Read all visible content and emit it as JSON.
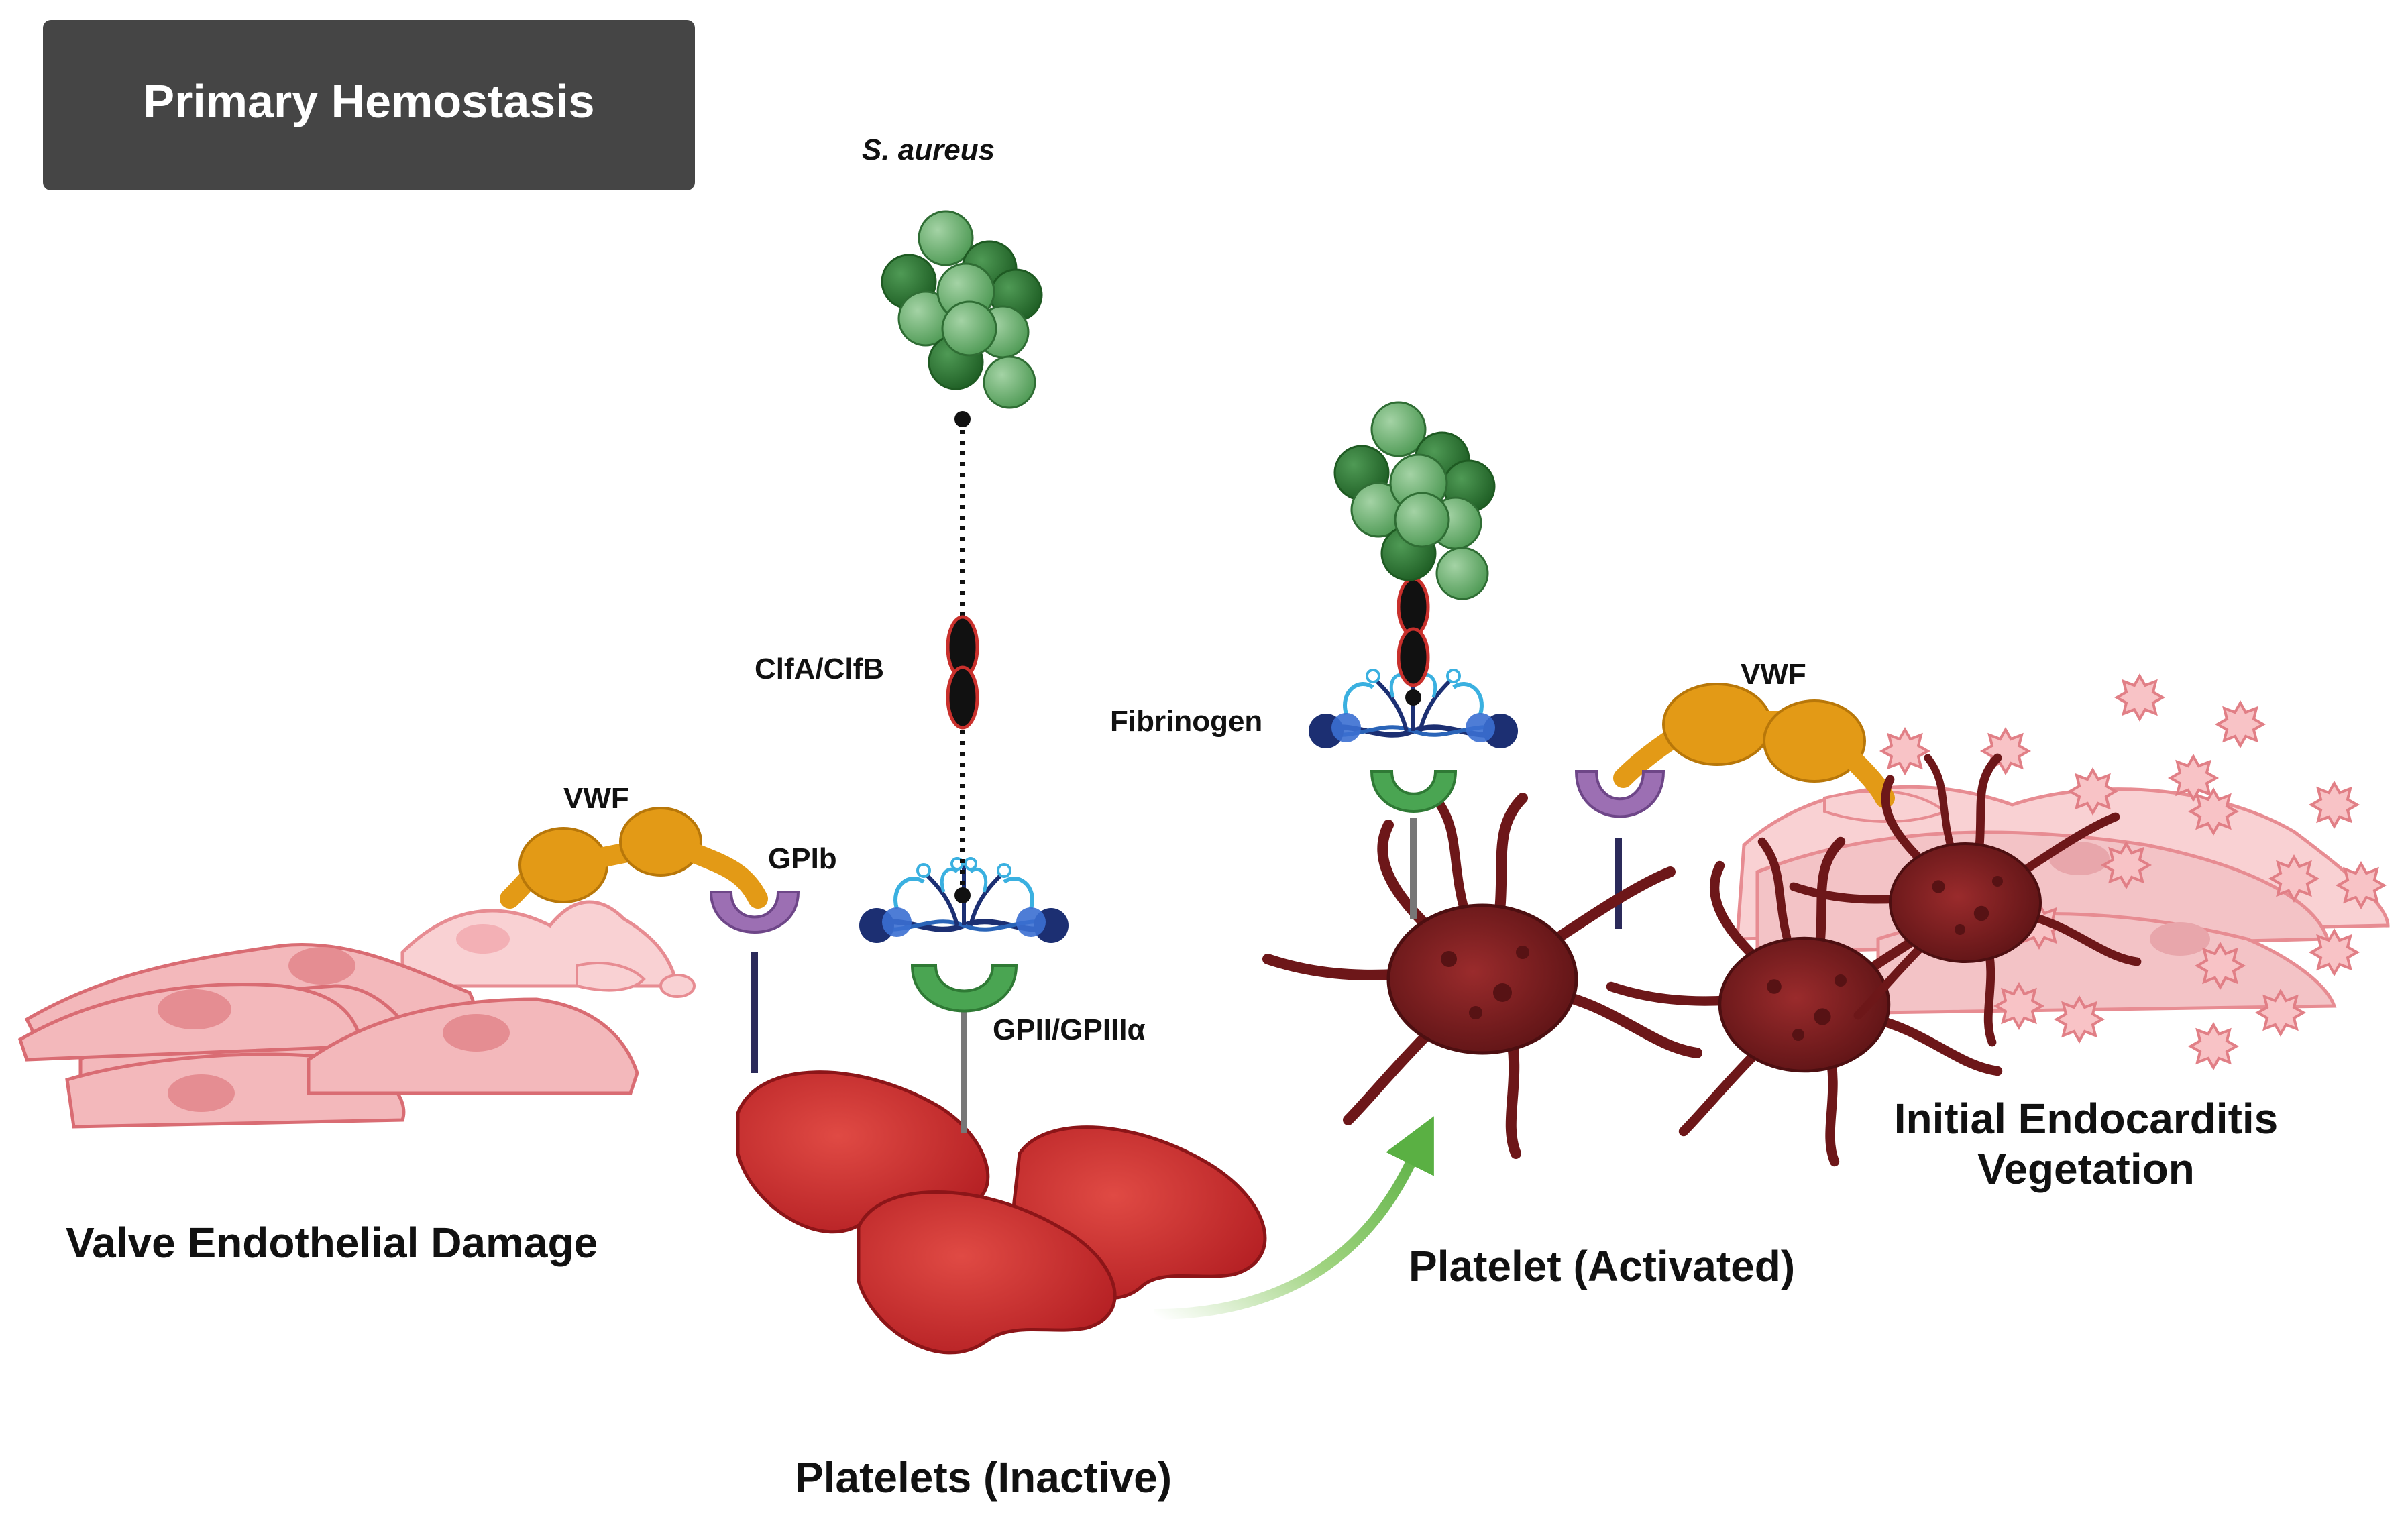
{
  "title": "Primary Hemostasis",
  "labels": {
    "bacteria": "S. aureus",
    "clf": "ClfA/ClfB",
    "fibrinogen": "Fibrinogen",
    "vwf_left": "VWF",
    "vwf_right": "VWF",
    "gpib": "GPIb",
    "gpii": "GPII/GPIIIα",
    "valve_damage": "Valve Endothelial Damage",
    "platelets_inactive": "Platelets (Inactive)",
    "platelet_activated": "Platelet (Activated)",
    "vegetation_line1": "Initial Endocarditis",
    "vegetation_line2": "Vegetation"
  },
  "colors": {
    "title_bg": "#454545",
    "bacteria_dark": "#2f7a35",
    "bacteria_light": "#6fb173",
    "endothelium": "#f3b8bb",
    "vwf": "#e39a16",
    "gpib": "#9c6fb3",
    "gpii": "#4aa552",
    "fibrinogen": "#1c2f72",
    "platelet_inactive": "#cf3132",
    "platelet_activated": "#7b1c1e",
    "arrow": "#6ab84d"
  }
}
